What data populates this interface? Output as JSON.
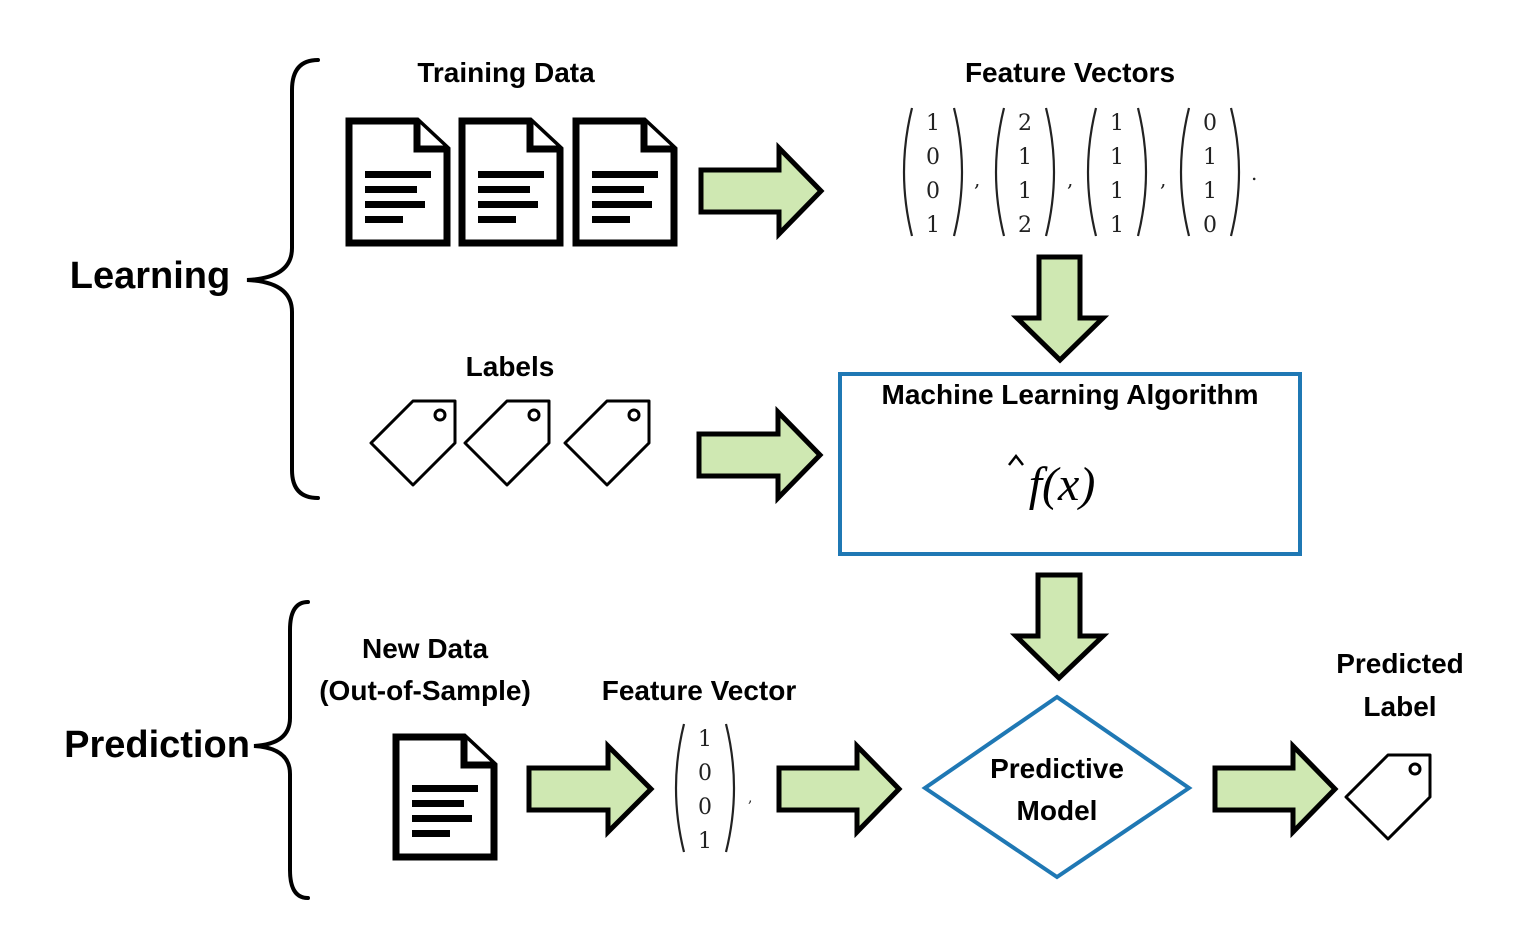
{
  "sections": {
    "learning": "Learning",
    "prediction": "Prediction"
  },
  "headings": {
    "training_data": "Training Data",
    "feature_vectors": "Feature Vectors",
    "labels": "Labels",
    "new_data_line1": "New Data",
    "new_data_line2": "(Out-of-Sample)",
    "feature_vector": "Feature Vector",
    "predicted_label_line1": "Predicted",
    "predicted_label_line2": "Label"
  },
  "algorithm": {
    "title": "Machine Learning Algorithm",
    "formula": "f(x)"
  },
  "model": {
    "line1": "Predictive",
    "line2": "Model"
  },
  "feature_vectors": [
    [
      "1",
      "0",
      "0",
      "1"
    ],
    [
      "2",
      "1",
      "1",
      "2"
    ],
    [
      "1",
      "1",
      "1",
      "1"
    ],
    [
      "0",
      "1",
      "1",
      "0"
    ]
  ],
  "vector_separators": [
    ",",
    ",",
    ",",
    "."
  ],
  "new_feature_vector": [
    "1",
    "0",
    "0",
    "1"
  ],
  "new_vector_terminal": ",",
  "colors": {
    "arrow_fill": "#cfe8b2",
    "box_border": "#1f78b4"
  },
  "icons": [
    "document-icon",
    "tag-icon",
    "arrow-right-icon",
    "arrow-down-icon",
    "curly-brace-icon"
  ]
}
